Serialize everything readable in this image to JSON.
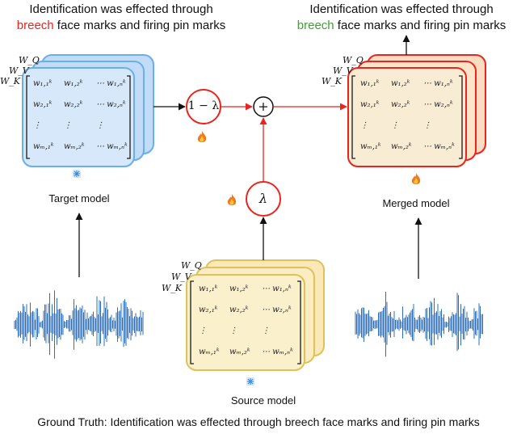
{
  "left_top_caption": {
    "line1": "Identification was effected through",
    "highlight": "breech",
    "rest": " face marks and firing pin marks"
  },
  "right_top_caption": {
    "line1": "Identification was effected through",
    "highlight": "breech",
    "rest": " face marks and firing pin marks"
  },
  "target_model": {
    "label": "Target model",
    "weights": [
      "W_Q",
      "W_V",
      "W_K"
    ]
  },
  "source_model": {
    "label": "Source model",
    "weights": [
      "W_Q",
      "W_V",
      "W_K"
    ]
  },
  "merged_model": {
    "label": "Merged model",
    "weights": [
      "W_Q",
      "W_V",
      "W_K"
    ]
  },
  "operators": {
    "one_minus_lambda": "1 − λ",
    "lambda": "λ",
    "plus": "+"
  },
  "matrix_entries": {
    "row1": [
      "w₁,₁ᵏ",
      "w₁,₂ᵏ",
      "⋯ w₁,ₙᵏ"
    ],
    "row2": [
      "w₂,₁ᵏ",
      "w₂,₂ᵏ",
      "⋯ w₂,ₙᵏ"
    ],
    "dots": [
      "⋮",
      "⋮",
      "⋮"
    ],
    "rowm": [
      "wₘ,₁ᵏ",
      "wₘ,₂ᵏ",
      "⋯ wₘ,ₙᵏ"
    ]
  },
  "ground_truth": "Ground Truth: Identification was effected through breech face marks and firing pin marks",
  "colors": {
    "blue_fill": "#c2dcf7",
    "blue_stroke": "#6aaeea",
    "red_stroke": "#e8251f",
    "red_fill": "#f8ecd4",
    "yellow_fill": "#fbf0cc",
    "yellow_stroke": "#ddc15a",
    "wave": "#2f6fb5"
  },
  "icons": [
    "fire-icon",
    "snowflake-icon"
  ]
}
